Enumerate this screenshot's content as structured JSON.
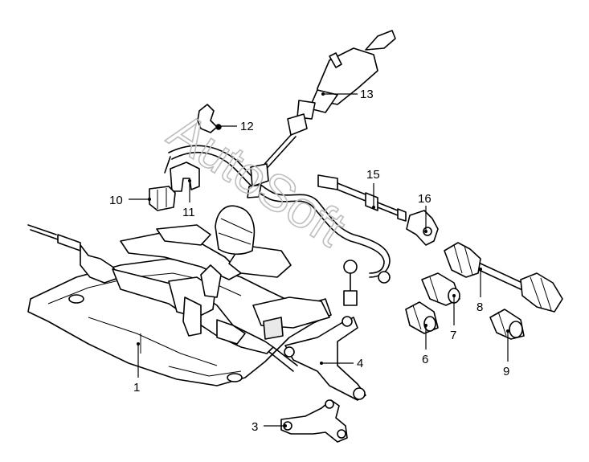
{
  "watermark": "AutoSoft",
  "callouts": [
    {
      "id": "1",
      "text": "1"
    },
    {
      "id": "3",
      "text": "3"
    },
    {
      "id": "4",
      "text": "4"
    },
    {
      "id": "6",
      "text": "6"
    },
    {
      "id": "7",
      "text": "7"
    },
    {
      "id": "8",
      "text": "8"
    },
    {
      "id": "9",
      "text": "9"
    },
    {
      "id": "10",
      "text": "10"
    },
    {
      "id": "11",
      "text": "11"
    },
    {
      "id": "12",
      "text": "12"
    },
    {
      "id": "13",
      "text": "13"
    },
    {
      "id": "15",
      "text": "15"
    },
    {
      "id": "16",
      "text": "16"
    }
  ],
  "colors": {
    "ink": "#000000",
    "paper": "#ffffff",
    "watermark": "#bdbdbd"
  }
}
